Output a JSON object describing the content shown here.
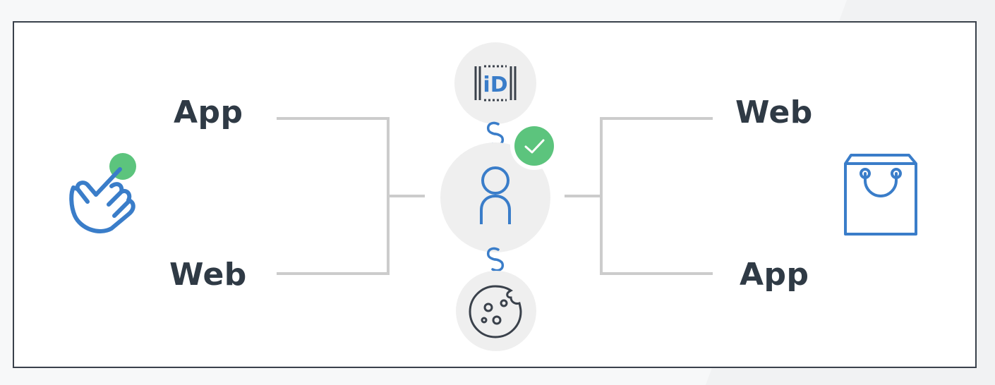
{
  "left": {
    "top_label": "App",
    "bottom_label": "Web",
    "icon": "tap-hand-icon"
  },
  "center": {
    "top_icon": "id-barcode-icon",
    "id_text": "iD",
    "middle_icon": "user-icon",
    "bottom_icon": "cookie-icon",
    "link_icon": "link-icon",
    "verified_icon": "checkmark-icon"
  },
  "right": {
    "top_label": "Web",
    "bottom_label": "App",
    "icon": "shopping-bag-icon"
  },
  "colors": {
    "frame": "#3a414b",
    "text": "#2f3a45",
    "connector": "#cccccc",
    "icon_blue": "#3a7dc9",
    "accent_green": "#5cc47d",
    "circle_bg": "#efefef",
    "cookie_stroke": "#3a414b"
  }
}
